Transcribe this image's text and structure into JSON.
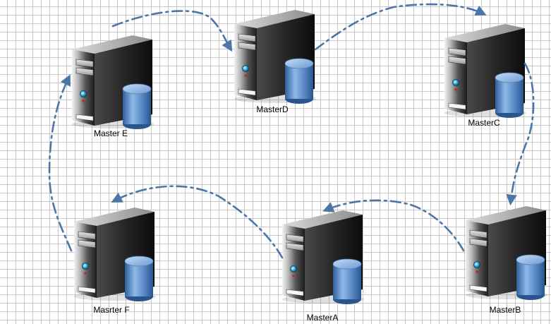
{
  "nodes": [
    {
      "id": "master-e",
      "label": "Master E"
    },
    {
      "id": "master-d",
      "label": "MasterD"
    },
    {
      "id": "master-c",
      "label": "MasterC"
    },
    {
      "id": "master-b",
      "label": "MasterB"
    },
    {
      "id": "master-a",
      "label": "MasterA"
    },
    {
      "id": "master-f",
      "label": "Masrter F"
    }
  ],
  "edges": [
    {
      "from": "master-e",
      "to": "master-d"
    },
    {
      "from": "master-d",
      "to": "master-c"
    },
    {
      "from": "master-c",
      "to": "master-b"
    },
    {
      "from": "master-b",
      "to": "master-a"
    },
    {
      "from": "master-a",
      "to": "master-f"
    },
    {
      "from": "master-f",
      "to": "master-e"
    }
  ],
  "colors": {
    "arrow": "#4a76a8",
    "server_dark": "#1a1a1a",
    "server_light": "#d0d0d0",
    "cylinder": "#5b8fd0"
  },
  "icons": {
    "server": "server-tower-icon",
    "database": "database-cylinder-icon"
  }
}
